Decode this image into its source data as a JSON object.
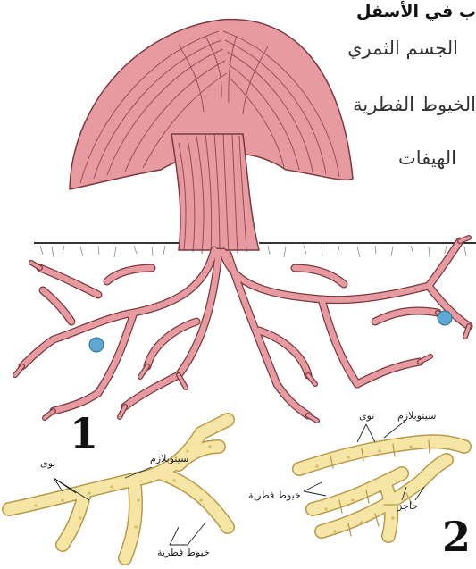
{
  "header_fragment": "ب في الأسفل",
  "labels": {
    "fruiting_body": "الجسم الثمري",
    "mycelium": "الخيوط الفطرية",
    "hyphae": "الهيفات"
  },
  "panel1": {
    "number": "1",
    "nuclei": "نوى",
    "cytoplasm": "سيتوبلازم",
    "hyphae": "خيوط فطرية"
  },
  "panel2": {
    "number": "2",
    "nuclei": "نوى",
    "cytoplasm": "سيتوبلازم",
    "hyphae": "خيوط فطرية",
    "septum": "حاجز"
  },
  "colors": {
    "hypha_fill": "#e79ba0",
    "hypha_stroke": "#7a3a40",
    "spore": "#5fa8d6",
    "cell_fill": "#f6e6a6",
    "cell_stroke": "#b89a4a"
  }
}
